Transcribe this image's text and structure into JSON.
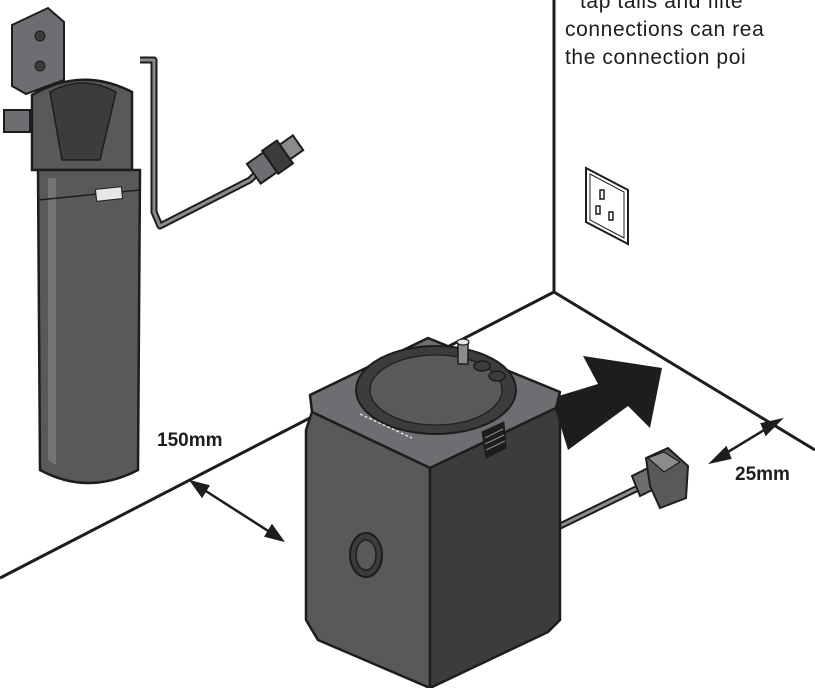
{
  "caption": {
    "line1": "tap tails and filte",
    "line2": "connections can rea",
    "line3": "the connection poi"
  },
  "dimensions": {
    "left_clearance": "150mm",
    "right_clearance": "25mm"
  },
  "colors": {
    "unit_body": "#58595b",
    "unit_dark": "#3c3c3e",
    "unit_top": "#6d6e71",
    "line": "#1d1d1b",
    "arrow": "#1d1d1b"
  },
  "icons": [
    "socket-icon",
    "filter-cartridge-icon",
    "arrow-icon",
    "plug-icon"
  ]
}
